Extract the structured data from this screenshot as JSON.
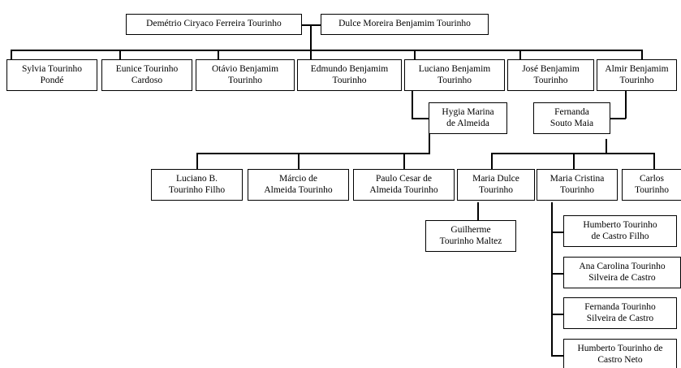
{
  "diagram": {
    "title": "Family tree of Demétrio Ciryaco Ferreira Tourinho",
    "type": "genealogy-tree",
    "line_color": "#000000",
    "box_fill": "#ffffff",
    "box_border": "#000000"
  },
  "generation1": [
    {
      "id": "demetrio",
      "name": "Demétrio Ciryaco Ferreira Tourinho"
    },
    {
      "id": "dulce",
      "name": "Dulce Moreira Benjamim Tourinho"
    }
  ],
  "generation2": [
    {
      "id": "sylvia",
      "name": "Sylvia Tourinho\nPondé"
    },
    {
      "id": "eunice",
      "name": "Eunice Tourinho\nCardoso"
    },
    {
      "id": "otavio",
      "name": "Otávio Benjamim\nTourinho"
    },
    {
      "id": "edmundo",
      "name": "Edmundo Benjamim\nTourinho"
    },
    {
      "id": "luciano",
      "name": "Luciano Benjamim\nTourinho"
    },
    {
      "id": "jose",
      "name": "José Benjamim\nTourinho"
    },
    {
      "id": "almir",
      "name": "Almir Benjamim\nTourinho"
    }
  ],
  "spouses": [
    {
      "id": "hygia",
      "name": "Hygia Marina\nde Almeida"
    },
    {
      "id": "fernanda_souto",
      "name": "Fernanda\nSouto Maia"
    }
  ],
  "generation3": [
    {
      "id": "luciano_filho",
      "name": "Luciano B.\nTourinho Filho"
    },
    {
      "id": "marcio",
      "name": "Márcio de\nAlmeida Tourinho"
    },
    {
      "id": "paulo_cesar",
      "name": "Paulo Cesar de\nAlmeida Tourinho"
    },
    {
      "id": "maria_dulce",
      "name": "Maria Dulce\nTourinho"
    },
    {
      "id": "maria_cristina",
      "name": "Maria Cristina\nTourinho"
    },
    {
      "id": "carlos",
      "name": "Carlos\nTourinho"
    }
  ],
  "generation4": [
    {
      "id": "guilherme",
      "name": "Guilherme\nTourinho Maltez"
    },
    {
      "id": "humberto_filho",
      "name": "Humberto Tourinho\nde Castro Filho"
    },
    {
      "id": "ana_carolina",
      "name": "Ana Carolina Tourinho\nSilveira de Castro"
    },
    {
      "id": "fernanda_tourinho",
      "name": "Fernanda Tourinho\nSilveira de Castro"
    },
    {
      "id": "humberto_neto",
      "name": "Humberto Tourinho de\nCastro Neto"
    }
  ]
}
